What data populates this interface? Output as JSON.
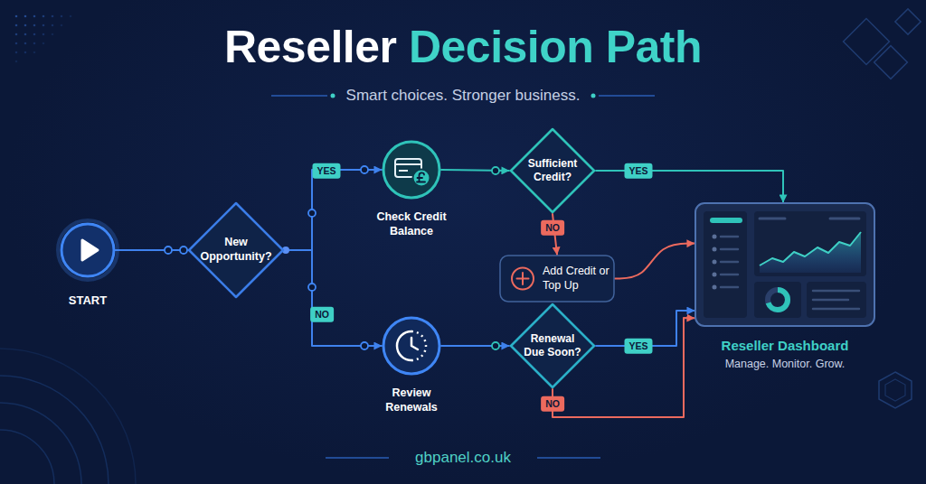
{
  "diagram": {
    "title": "Reseller Decision Path",
    "nodes": [
      {
        "text": [
          "START"
        ]
      },
      {
        "text": [
          "New Opportunity?"
        ]
      },
      {
        "text": [
          "Check Credit Balance"
        ]
      },
      {
        "text": [
          "Sufficient Credit?"
        ]
      },
      {
        "text": [
          "Add Credit or Top Up"
        ]
      },
      {
        "text": [
          "Reseller Dashboard",
          "Manage. Monitor. Grow."
        ]
      },
      {
        "text": [
          "Review Renewals"
        ]
      },
      {
        "text": [
          "Renewal Due Soon?"
        ]
      }
    ],
    "edges": [
      {
        "from": 0,
        "to": 1,
        "arrow": "none"
      },
      {
        "from": 1,
        "to": 2,
        "label": "YES",
        "arrow": "to"
      },
      {
        "from": 1,
        "to": 6,
        "label": "NO",
        "arrow": "to"
      },
      {
        "from": 2,
        "to": 3,
        "arrow": "to"
      },
      {
        "from": 3,
        "to": 5,
        "label": "YES",
        "arrow": "to"
      },
      {
        "from": 3,
        "to": 4,
        "label": "NO",
        "arrow": "to"
      },
      {
        "from": 4,
        "to": 5,
        "arrow": "to"
      },
      {
        "from": 6,
        "to": 7,
        "arrow": "to"
      },
      {
        "from": 7,
        "to": 5,
        "label": "YES",
        "arrow": "to"
      },
      {
        "from": 7,
        "to": 5,
        "label": "NO",
        "arrow": "to"
      }
    ],
    "labels": [
      "Smart choices. Stronger business.",
      "gbpanel.co.uk"
    ]
  }
}
